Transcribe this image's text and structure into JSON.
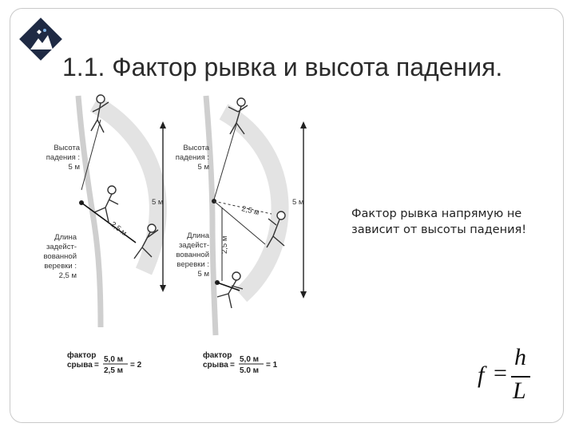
{
  "slide": {
    "title": "1.1. Фактор рывка и высота падения.",
    "note": "Фактор рывка напрямую не зависит от высоты падения!"
  },
  "diagram": {
    "left": {
      "fall_height_label": [
        "Высота",
        "падения :",
        "5 м"
      ],
      "rope_length_label": [
        "Длина",
        "задейст-",
        "вованной",
        "веревки :",
        "2,5 м"
      ],
      "arrow_label": "5 м",
      "rope_segment_label": "2,5 м",
      "factor_label": [
        "фактор",
        "срыва"
      ],
      "factor_numerator": "5,0 м",
      "factor_denominator": "2,5 м",
      "factor_result": "= 2"
    },
    "right": {
      "fall_height_label": [
        "Высота",
        "падения :",
        "5 м"
      ],
      "rope_length_label": [
        "Длина",
        "задейст-",
        "вованной",
        "веревки :",
        "5 м"
      ],
      "arrow_label": "5 м",
      "vertical_label": "2,5 м",
      "rope_segment_label": "2,5 м",
      "factor_label": [
        "фактор",
        "срыва"
      ],
      "factor_numerator": "5,0 м",
      "factor_denominator": "5.0 м",
      "factor_result": "= 1"
    }
  },
  "formula": {
    "f": "f",
    "eq": "=",
    "h": "h",
    "L": "L"
  }
}
